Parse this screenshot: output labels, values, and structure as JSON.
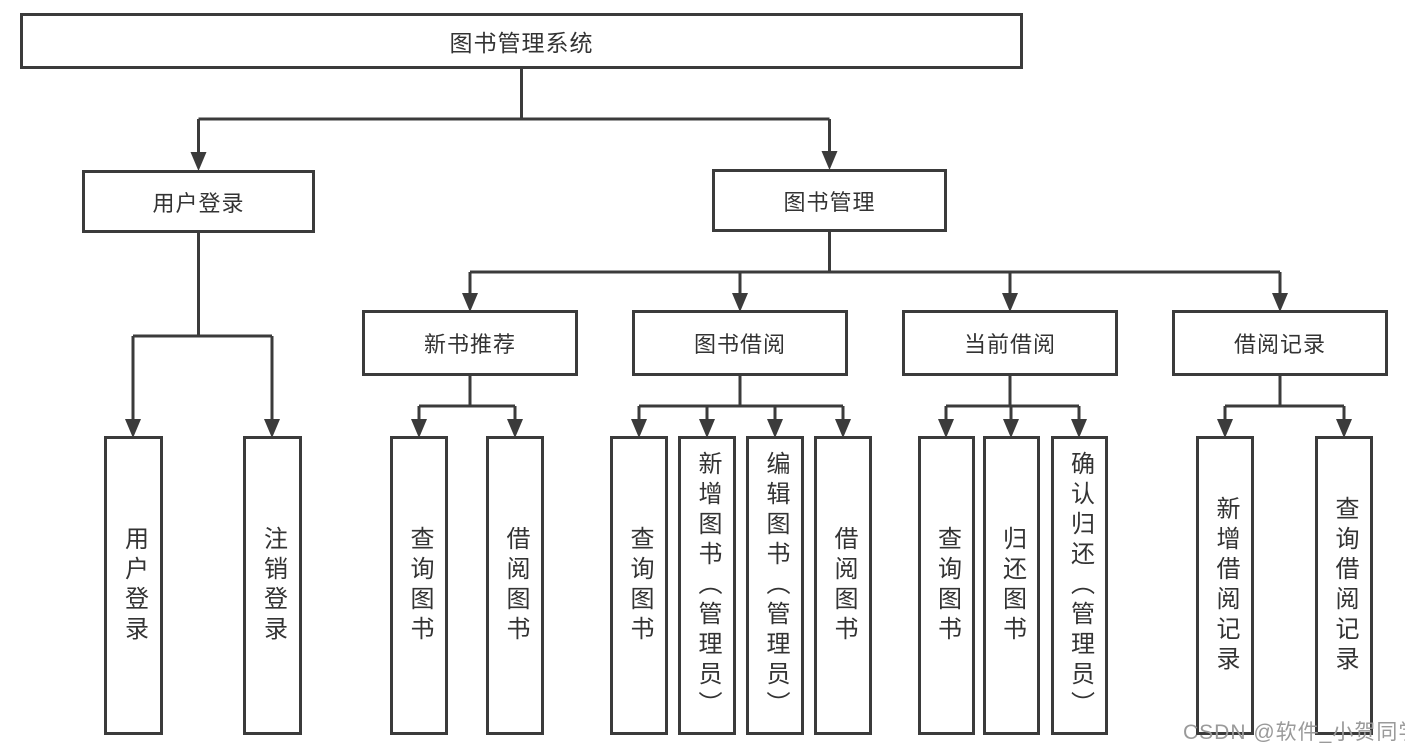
{
  "title": "图书管理系统",
  "tree": {
    "root": {
      "label": "图书管理系统"
    },
    "level2": [
      {
        "label": "用户登录"
      },
      {
        "label": "图书管理"
      }
    ],
    "level3": [
      {
        "label": "新书推荐"
      },
      {
        "label": "图书借阅"
      },
      {
        "label": "当前借阅"
      },
      {
        "label": "借阅记录"
      }
    ],
    "leaves": [
      {
        "label": "用户登录",
        "parent": "用户登录"
      },
      {
        "label": "注销登录",
        "parent": "用户登录"
      },
      {
        "label": "查询图书",
        "parent": "新书推荐"
      },
      {
        "label": "借阅图书",
        "parent": "新书推荐"
      },
      {
        "label": "查询图书",
        "parent": "图书借阅"
      },
      {
        "label": "新增图书（管理员）",
        "parent": "图书借阅"
      },
      {
        "label": "编辑图书（管理员）",
        "parent": "图书借阅"
      },
      {
        "label": "借阅图书",
        "parent": "图书借阅"
      },
      {
        "label": "查询图书",
        "parent": "当前借阅"
      },
      {
        "label": "归还图书",
        "parent": "当前借阅"
      },
      {
        "label": "确认归还（管理员）",
        "parent": "当前借阅"
      },
      {
        "label": "新增借阅记录",
        "parent": "借阅记录"
      },
      {
        "label": "查询借阅记录",
        "parent": "借阅记录"
      }
    ]
  },
  "watermark": {
    "text": "CSDN @软件_小贺同学"
  },
  "colors": {
    "line": "#3b3b3b",
    "text": "#333333",
    "box_background": "#ffffff",
    "background": "#ffffff",
    "watermark": "#9a9a9a"
  }
}
